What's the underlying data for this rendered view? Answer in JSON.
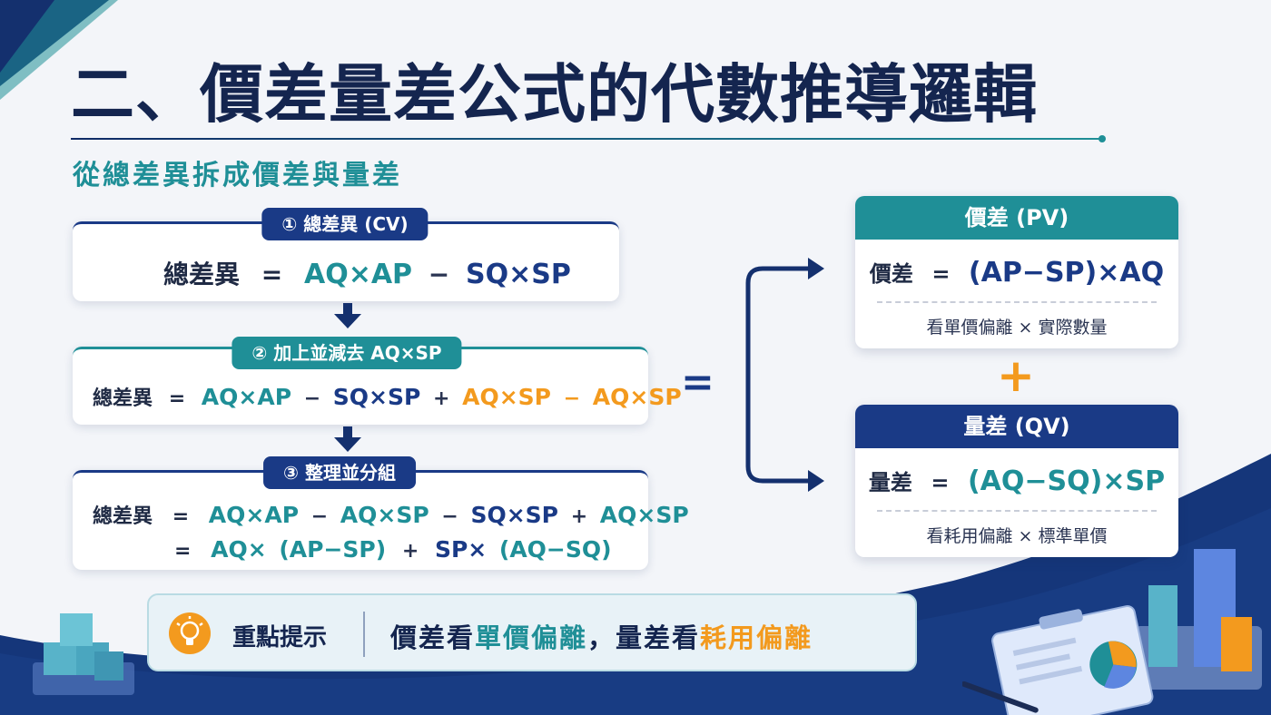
{
  "title": "二、價差量差公式的代數推導邏輯",
  "subtitle": "從總差異拆成價差與量差",
  "colors": {
    "navy": "#1a3a86",
    "teal": "#1f8f97",
    "orange": "#f39a1e",
    "title": "#14254f"
  },
  "steps": [
    {
      "label": "① 總差異 (CV)",
      "lines": [
        {
          "label": "總差異",
          "eq": "=",
          "parts": [
            "AQ×AP",
            "−",
            "SQ×SP"
          ]
        }
      ]
    },
    {
      "label": "② 加上並減去 AQ×SP",
      "lines": [
        {
          "label": "總差異",
          "eq": "=",
          "parts": [
            "AQ×AP",
            "−",
            "SQ×SP",
            "+",
            "AQ×SP",
            "−",
            "AQ×SP"
          ]
        }
      ]
    },
    {
      "label": "③ 整理並分組",
      "lines": [
        {
          "label": "總差異",
          "eq": "=",
          "parts": [
            "AQ×AP",
            "−",
            "AQ×SP",
            "−",
            "SQ×SP",
            "+",
            "AQ×SP"
          ]
        },
        {
          "label": "",
          "eq": "=",
          "parts": [
            "AQ×",
            "(AP−SP)",
            "+",
            "SP×",
            "(AQ−SQ)"
          ]
        }
      ]
    }
  ],
  "equals_sign": "=",
  "plus_sign": "+",
  "cards": [
    {
      "title": "價差 (PV)",
      "formula_label": "價差",
      "formula_eq": "=",
      "formula_expr": "(AP−SP)×AQ",
      "note": "看單價偏離 × 實際數量"
    },
    {
      "title": "量差 (QV)",
      "formula_label": "量差",
      "formula_eq": "=",
      "formula_expr": "(AQ−SQ)×SP",
      "note": "看耗用偏離 × 標準單價"
    }
  ],
  "tip": {
    "icon": "lightbulb-icon",
    "label": "重點提示",
    "parts": [
      "價差看",
      "單價偏離",
      "，量差看",
      "耗用偏離"
    ]
  }
}
